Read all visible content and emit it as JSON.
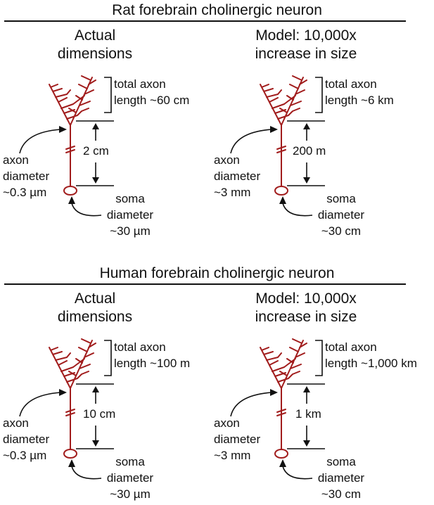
{
  "sections": [
    {
      "title": "Rat forebrain cholinergic neuron",
      "panels": [
        {
          "heading": [
            "Actual",
            "dimensions"
          ],
          "axon_total": [
            "total axon",
            "length ~60 cm"
          ],
          "distance": "2 cm",
          "axon_diameter": [
            "axon",
            "diameter",
            "~0.3 µm"
          ],
          "soma": [
            "soma",
            "diameter",
            "~30 µm"
          ]
        },
        {
          "heading": [
            "Model: 10,000x",
            "increase in size"
          ],
          "axon_total": [
            "total axon",
            "length ~6 km"
          ],
          "distance": "200 m",
          "axon_diameter": [
            "axon",
            "diameter",
            "~3 mm"
          ],
          "soma": [
            "soma",
            "diameter",
            "~30 cm"
          ]
        }
      ]
    },
    {
      "title": "Human forebrain cholinergic neuron",
      "panels": [
        {
          "heading": [
            "Actual",
            "dimensions"
          ],
          "axon_total": [
            "total axon",
            "length ~100 m"
          ],
          "distance": "10 cm",
          "axon_diameter": [
            "axon",
            "diameter",
            "~0.3 µm"
          ],
          "soma": [
            "soma",
            "diameter",
            "~30 µm"
          ]
        },
        {
          "heading": [
            "Model: 10,000x",
            "increase in size"
          ],
          "axon_total": [
            "total axon",
            "length ~1,000 km"
          ],
          "distance": "1 km",
          "axon_diameter": [
            "axon",
            "diameter",
            "~3 mm"
          ],
          "soma": [
            "soma",
            "diameter",
            "~30 cm"
          ]
        }
      ]
    }
  ],
  "colors": {
    "neuron": "#a11c1c",
    "ink": "#111111",
    "background": "#ffffff"
  }
}
